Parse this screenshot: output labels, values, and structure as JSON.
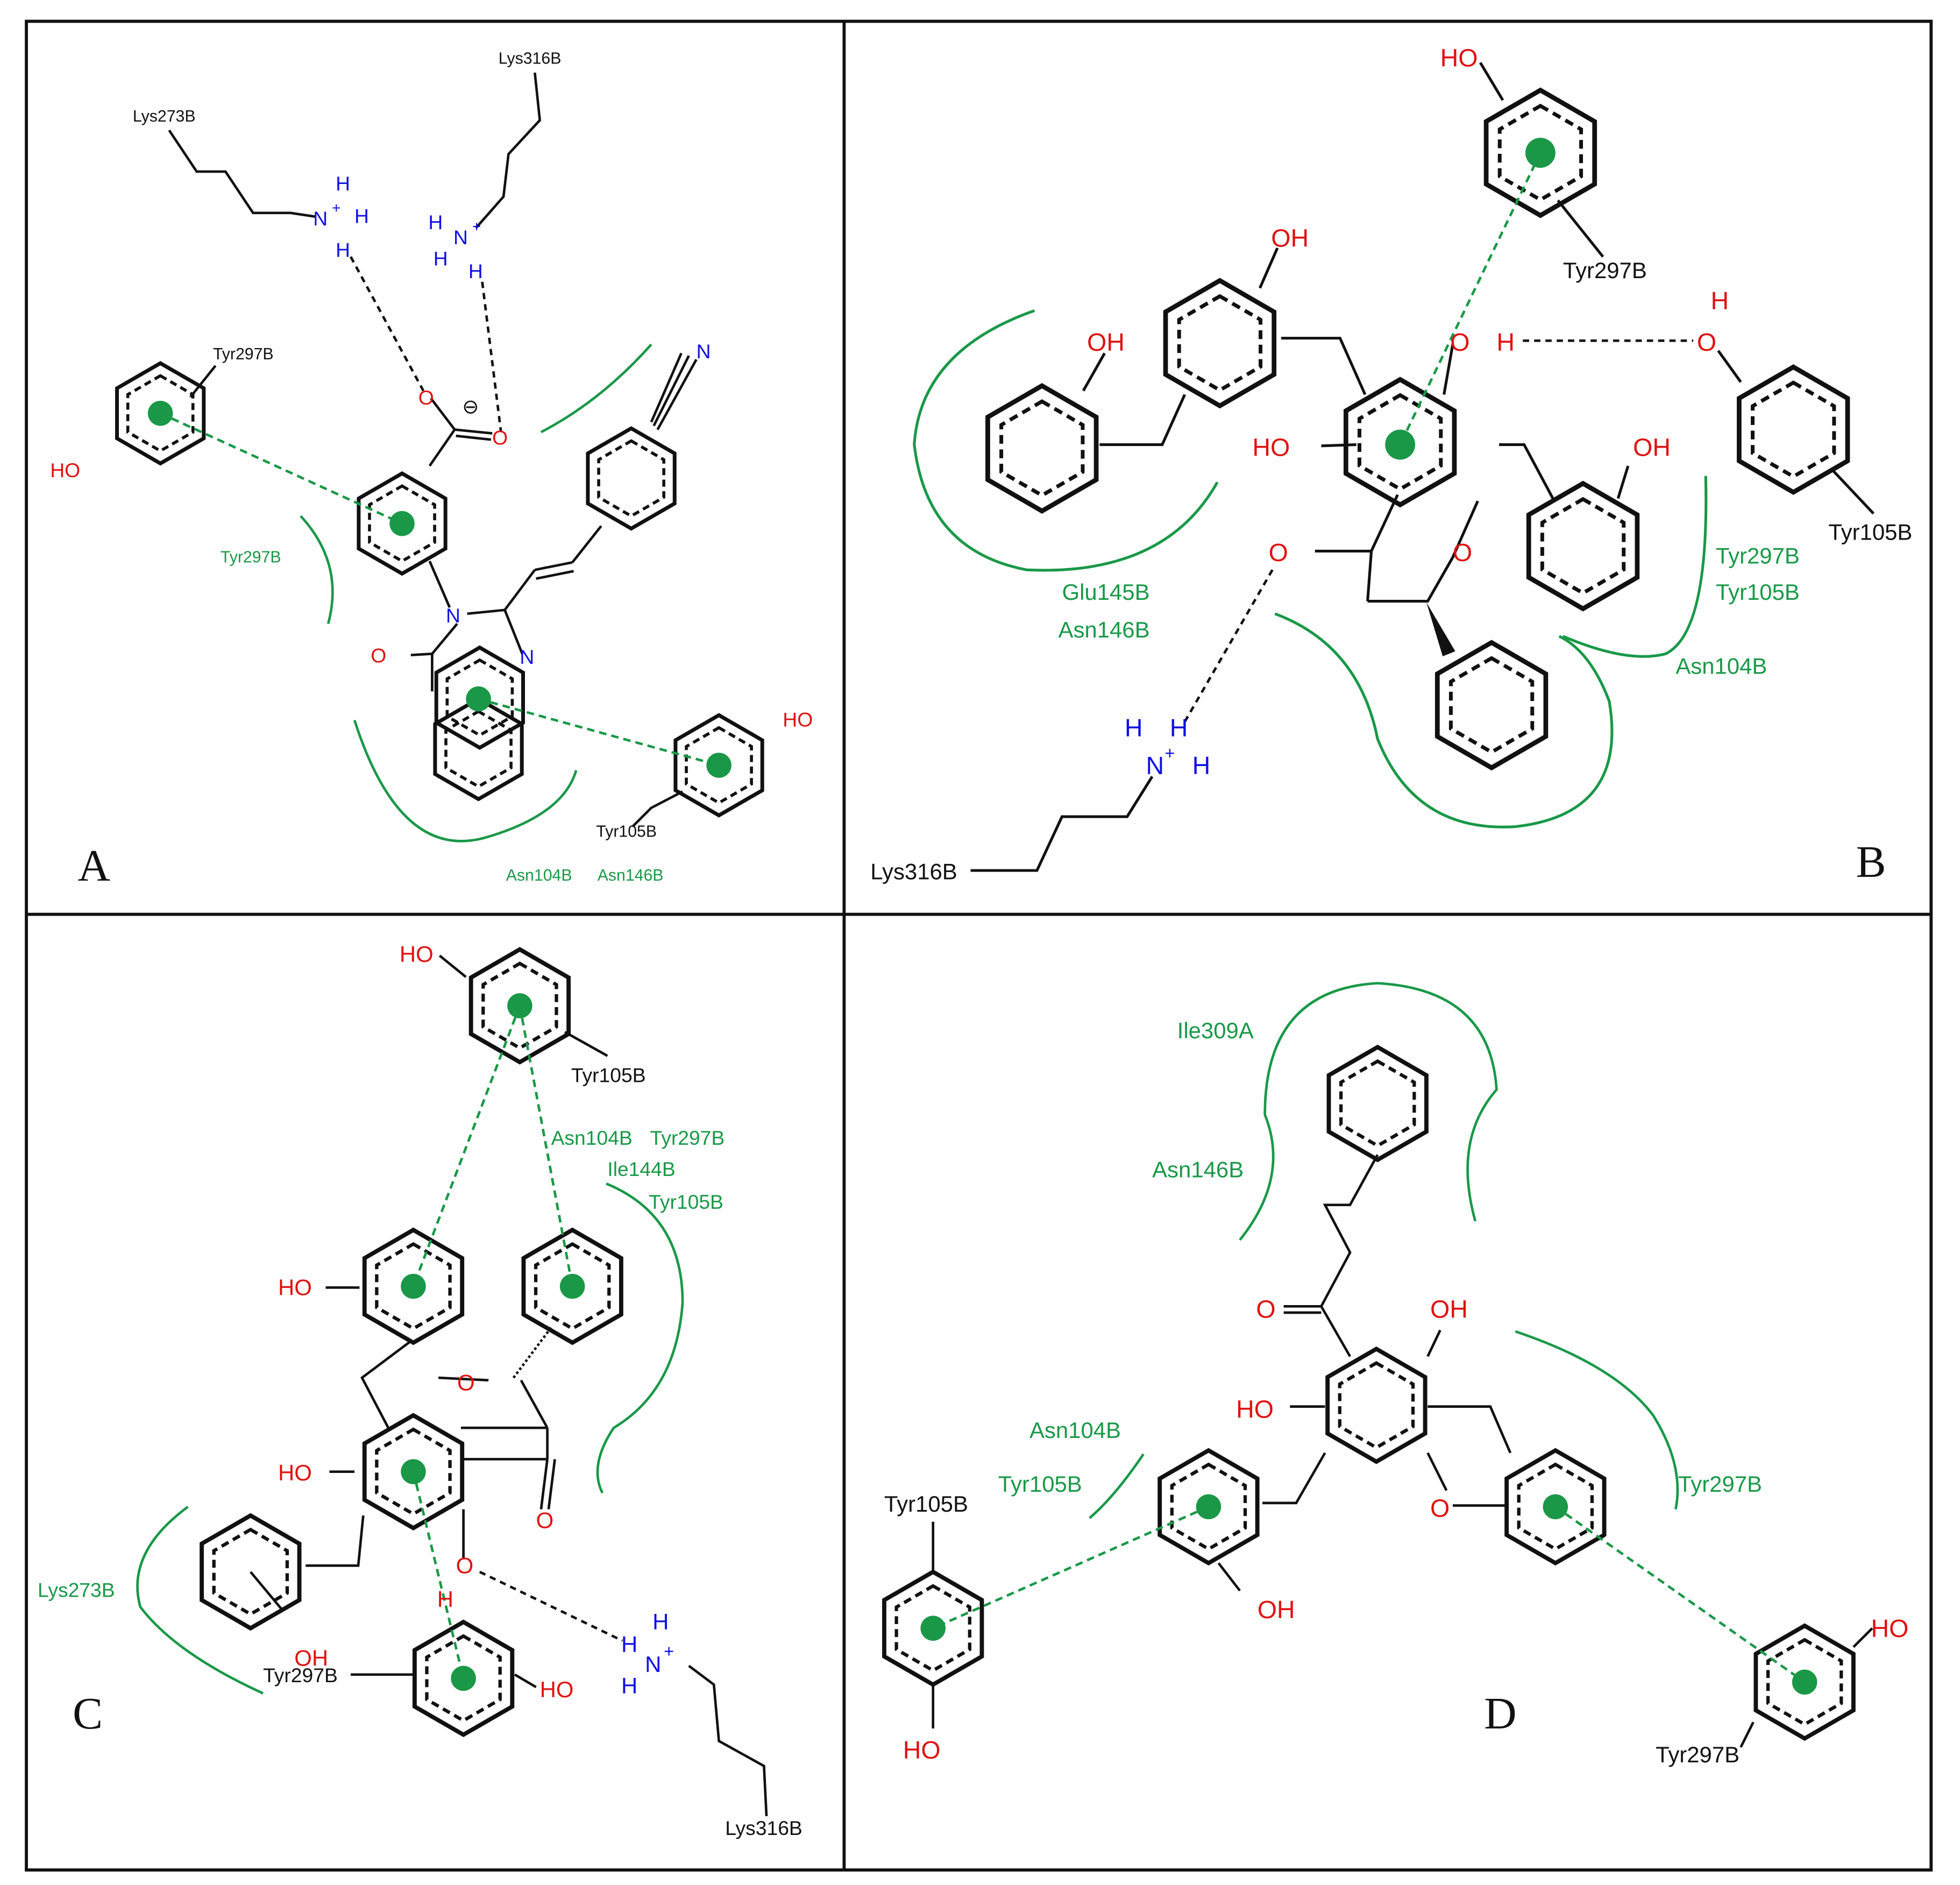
{
  "colors": {
    "bond": "#111111",
    "residue_label": "#111111",
    "hydrophobic": "#1a9848",
    "oxygen": "#e01010",
    "nitrogen": "#1010e0",
    "hbond": "#111111",
    "pistack": "#1a9848",
    "border": "#111111"
  },
  "panels": {
    "A": {
      "letter": "A",
      "residues": {
        "lys273": "Lys273B",
        "lys316": "Lys316B",
        "tyr297": "Tyr297B",
        "tyr105": "Tyr105B"
      },
      "hydrophobic": {
        "tyr297": "Tyr297B",
        "asn104": "Asn104B",
        "asn146": "Asn146B"
      },
      "atoms": {
        "ho_tyr297": "HO",
        "ho_tyr105": "HO",
        "n_lys273": "N",
        "h1_lys273": "H",
        "h2_lys273": "H",
        "h3_lys273": "H",
        "n_lys316": "N",
        "h1_lys316": "H",
        "h2_lys316": "H",
        "h3_lys316": "H",
        "plus": "+",
        "o_carboxyl_1": "O",
        "o_carboxyl_2": "O",
        "minus": "⊖",
        "o_keto": "O",
        "n3": "N",
        "n1": "N",
        "n_nitrile": "N"
      }
    },
    "B": {
      "letter": "B",
      "residues": {
        "tyr297": "Tyr297B",
        "tyr105": "Tyr105B",
        "lys316": "Lys316B"
      },
      "hydrophobic": {
        "glu145": "Glu145B",
        "asn146": "Asn146B",
        "tyr297": "Tyr297B",
        "tyr105": "Tyr105B",
        "asn104": "Asn104B"
      },
      "atoms": {
        "ho_tyr297": "HO",
        "oh_top": "OH",
        "oh_left": "OH",
        "o_hbond": "O",
        "h_hbond": "H",
        "h_tyr105": "H",
        "o_tyr105": "O",
        "ho_core": "HO",
        "oh_right": "OH",
        "o_keto": "O",
        "o_ring": "O",
        "n_lys316": "N",
        "h1_lys316": "H",
        "h2_lys316": "H",
        "h3_lys316": "H",
        "plus": "+"
      }
    },
    "C": {
      "letter": "C",
      "residues": {
        "tyr105": "Tyr105B",
        "tyr297": "Tyr297B",
        "lys316": "Lys316B"
      },
      "hydrophobic": {
        "asn104": "Asn104B",
        "tyr297": "Tyr297B",
        "ile144": "Ile144B",
        "tyr105": "Tyr105B",
        "lys273": "Lys273B"
      },
      "atoms": {
        "ho_tyr105": "HO",
        "ho_b_ring": "HO",
        "o_ring": "O",
        "ho_core": "HO",
        "o_keto": "O",
        "o_hydroxyl": "O",
        "h_hydroxyl": "H",
        "oh_left": "OH",
        "ho_tyr297": "HO",
        "h1_lys316": "H",
        "h2_lys316": "H",
        "h3_lys316": "H",
        "n_lys316": "N",
        "plus": "+"
      }
    },
    "D": {
      "letter": "D",
      "residues": {
        "tyr105": "Tyr105B",
        "tyr297": "Tyr297B"
      },
      "hydrophobic": {
        "ile309": "Ile309A",
        "asn146": "Asn146B",
        "asn104": "Asn104B",
        "tyr105": "Tyr105B",
        "tyr297": "Tyr297B"
      },
      "atoms": {
        "o_keto": "O",
        "oh_top": "OH",
        "ho_core": "HO",
        "o_ring": "O",
        "oh_bottom": "OH",
        "ho_tyr105": "HO",
        "ho_tyr297": "HO"
      }
    }
  }
}
